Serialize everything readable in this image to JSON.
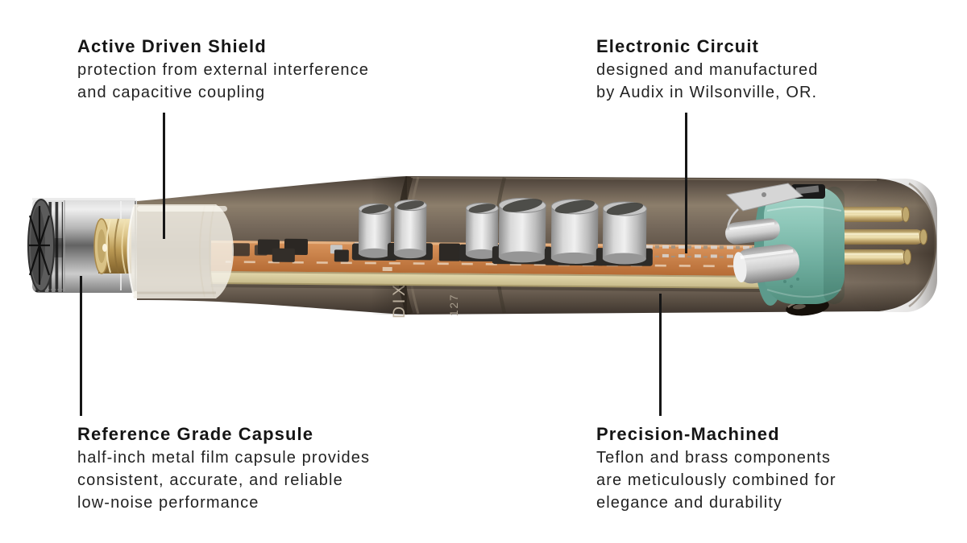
{
  "background": "#ffffff",
  "callouts": {
    "top_left": {
      "title": "Active Driven Shield",
      "lines": [
        "protection from external interference",
        "and capacitive coupling"
      ]
    },
    "top_right": {
      "title": "Electronic Circuit",
      "lines": [
        "designed and manufactured",
        "by Audix in Wilsonville, OR."
      ]
    },
    "bottom_left": {
      "title": "Reference Grade Capsule",
      "lines": [
        "half-inch metal film capsule provides",
        "consistent, accurate, and reliable",
        "low-noise performance"
      ]
    },
    "bottom_right": {
      "title": "Precision-Machined",
      "lines": [
        "Teflon and brass components",
        "are meticulously combined for",
        "elegance and durability"
      ]
    }
  },
  "microphone": {
    "markings": {
      "brand_visible": "DIX",
      "model_visible": "127"
    },
    "colors": {
      "body": "#6e6254",
      "capsule_silver": "#b9b9b9",
      "brass_ring": "#c9ab66",
      "teflon_sleeve": "#f1ece2",
      "pcb_orange": "#c97a45",
      "board_edge": "#d9cd9f",
      "xlr_connector_teal": "#85c0b2",
      "xlr_pins_brass": "#d8c48c",
      "text": "#1b1b1b"
    }
  }
}
